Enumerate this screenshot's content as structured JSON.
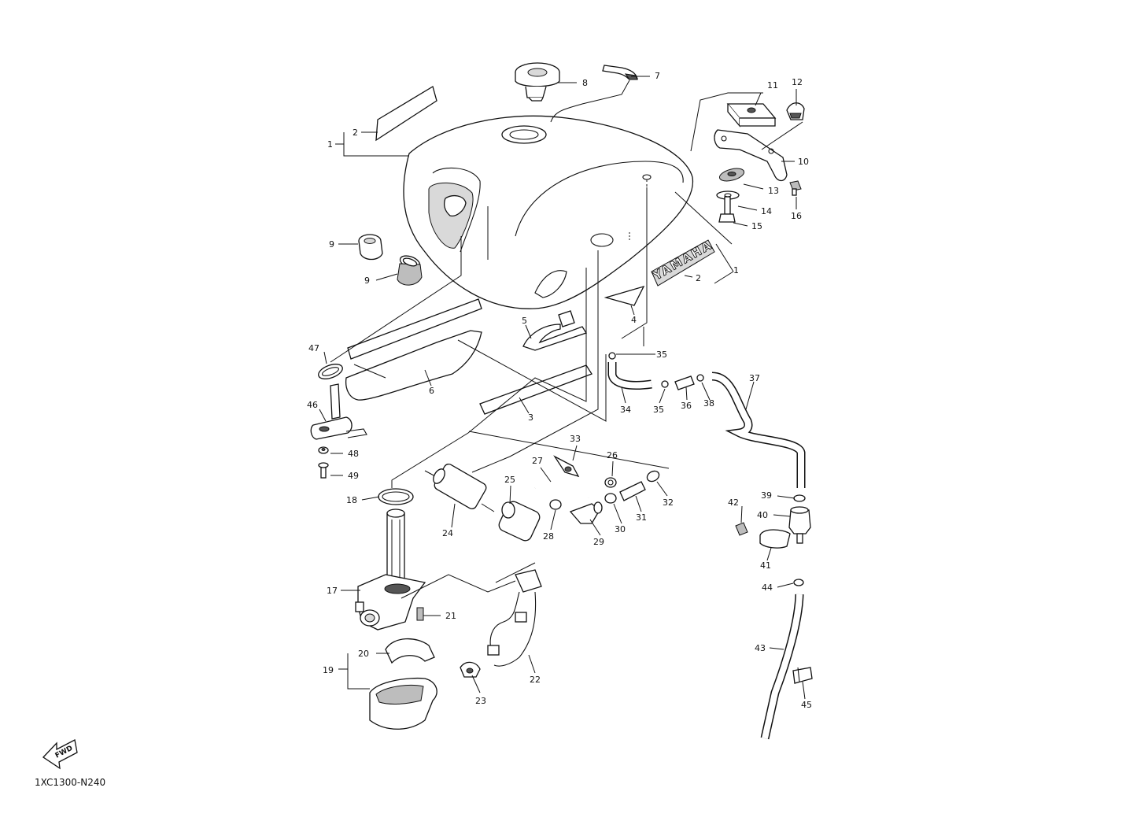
{
  "diagram": {
    "code": "1XC1300-N240",
    "fwd_text": "FWD",
    "decal_text": "YAMAHA",
    "callouts": [
      {
        "id": "c1a",
        "text": "1"
      },
      {
        "id": "c1b",
        "text": "1"
      },
      {
        "id": "c2a",
        "text": "2"
      },
      {
        "id": "c2b",
        "text": "2"
      },
      {
        "id": "c3",
        "text": "3"
      },
      {
        "id": "c4",
        "text": "4"
      },
      {
        "id": "c5",
        "text": "5"
      },
      {
        "id": "c6",
        "text": "6"
      },
      {
        "id": "c7",
        "text": "7"
      },
      {
        "id": "c8",
        "text": "8"
      },
      {
        "id": "c9a",
        "text": "9"
      },
      {
        "id": "c9b",
        "text": "9"
      },
      {
        "id": "c10",
        "text": "10"
      },
      {
        "id": "c11",
        "text": "11"
      },
      {
        "id": "c12",
        "text": "12"
      },
      {
        "id": "c13",
        "text": "13"
      },
      {
        "id": "c14",
        "text": "14"
      },
      {
        "id": "c15",
        "text": "15"
      },
      {
        "id": "c16",
        "text": "16"
      },
      {
        "id": "c17",
        "text": "17"
      },
      {
        "id": "c18",
        "text": "18"
      },
      {
        "id": "c19",
        "text": "19"
      },
      {
        "id": "c20",
        "text": "20"
      },
      {
        "id": "c21",
        "text": "21"
      },
      {
        "id": "c22",
        "text": "22"
      },
      {
        "id": "c23",
        "text": "23"
      },
      {
        "id": "c24",
        "text": "24"
      },
      {
        "id": "c25",
        "text": "25"
      },
      {
        "id": "c26",
        "text": "26"
      },
      {
        "id": "c27",
        "text": "27"
      },
      {
        "id": "c28",
        "text": "28"
      },
      {
        "id": "c29",
        "text": "29"
      },
      {
        "id": "c30",
        "text": "30"
      },
      {
        "id": "c31",
        "text": "31"
      },
      {
        "id": "c32",
        "text": "32"
      },
      {
        "id": "c33",
        "text": "33"
      },
      {
        "id": "c34",
        "text": "34"
      },
      {
        "id": "c35a",
        "text": "35"
      },
      {
        "id": "c35b",
        "text": "35"
      },
      {
        "id": "c36",
        "text": "36"
      },
      {
        "id": "c37",
        "text": "37"
      },
      {
        "id": "c38",
        "text": "38"
      },
      {
        "id": "c39",
        "text": "39"
      },
      {
        "id": "c40",
        "text": "40"
      },
      {
        "id": "c41",
        "text": "41"
      },
      {
        "id": "c42",
        "text": "42"
      },
      {
        "id": "c43",
        "text": "43"
      },
      {
        "id": "c44",
        "text": "44"
      },
      {
        "id": "c45",
        "text": "45"
      },
      {
        "id": "c46",
        "text": "46"
      },
      {
        "id": "c47",
        "text": "47"
      },
      {
        "id": "c48",
        "text": "48"
      },
      {
        "id": "c49",
        "text": "49"
      }
    ]
  }
}
